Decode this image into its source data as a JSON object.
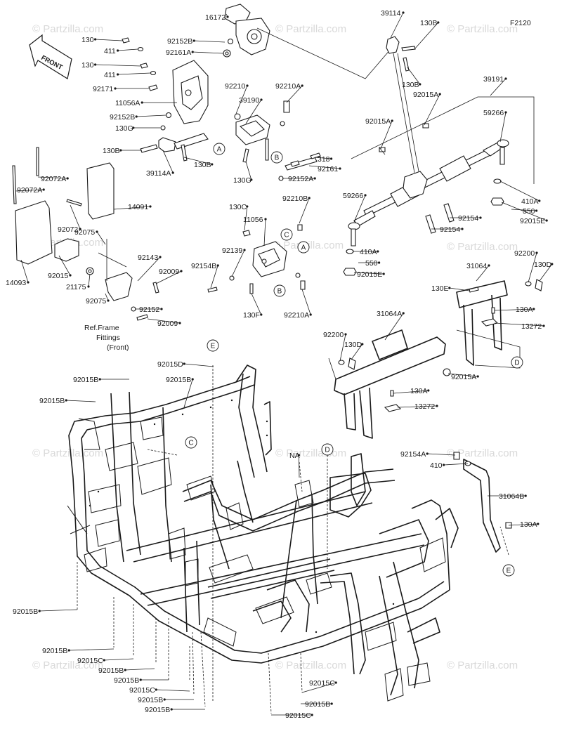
{
  "diagram_code": "F2120",
  "front_label": "FRONT",
  "ref_note": [
    "Ref.Frame",
    "Fittings",
    "(Front)"
  ],
  "watermark": "© Partzilla.com",
  "colors": {
    "line": "#1a1a1a",
    "background": "#ffffff",
    "watermark": "#d9d9d9"
  },
  "callouts": [
    {
      "id": "c-a1",
      "letter": "A"
    },
    {
      "id": "c-b1",
      "letter": "B"
    },
    {
      "id": "c-c1",
      "letter": "C"
    },
    {
      "id": "c-a2",
      "letter": "A"
    },
    {
      "id": "c-b2",
      "letter": "B"
    },
    {
      "id": "c-d1",
      "letter": "D"
    },
    {
      "id": "c-e1",
      "letter": "E"
    },
    {
      "id": "c-c2",
      "letter": "C"
    },
    {
      "id": "c-d2",
      "letter": "D"
    },
    {
      "id": "c-e2",
      "letter": "E"
    }
  ],
  "parts": [
    "16172",
    "92152B",
    "92161A",
    "130",
    "411",
    "130",
    "411",
    "92171",
    "11056A",
    "92152B",
    "130G",
    "130B",
    "39114A",
    "130B",
    "92210",
    "39190",
    "92210A",
    "318",
    "92161",
    "92152A",
    "130G",
    "39114",
    "130B",
    "130B",
    "92015A",
    "92015A",
    "39191",
    "59266",
    "410A",
    "550",
    "92015E",
    "92154",
    "92154",
    "59266",
    "410A",
    "550",
    "92015E",
    "92072A",
    "92072A",
    "14091",
    "92072",
    "92075",
    "14093",
    "92015",
    "21175",
    "92075",
    "92143",
    "92009",
    "92152",
    "92009",
    "130C",
    "11056",
    "92210B",
    "92139",
    "92154B",
    "130F",
    "92210A",
    "31064",
    "92200",
    "130D",
    "130E",
    "130A",
    "13272",
    "31064A",
    "92200",
    "130D",
    "130A",
    "13272",
    "92015A",
    "92015D",
    "92015B",
    "92015B",
    "92015B",
    "NA",
    "92154A",
    "410",
    "31064B",
    "130A",
    "92015B",
    "92015B",
    "92015C",
    "92015B",
    "92015B",
    "92015C",
    "92015B",
    "92015B",
    "92015C",
    "92015B",
    "92015C"
  ]
}
